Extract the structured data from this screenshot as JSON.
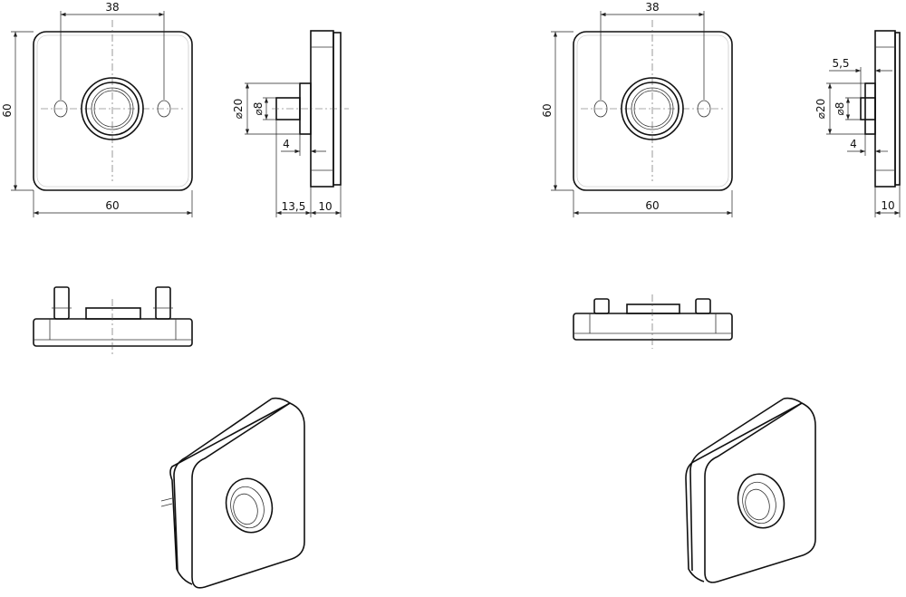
{
  "left_variant": {
    "front_view": {
      "hole_spacing": "38",
      "height": "60",
      "width": "60"
    },
    "side_view": {
      "outer_diameter": "⌀20",
      "pin_diameter": "⌀8",
      "boss_depth": "4",
      "pin_length": "13,5",
      "plate_thickness": "10"
    }
  },
  "right_variant": {
    "front_view": {
      "hole_spacing": "38",
      "height": "60",
      "width": "60"
    },
    "side_view": {
      "pin_length": "5,5",
      "outer_diameter": "⌀20",
      "pin_diameter": "⌀8",
      "boss_depth": "4",
      "plate_thickness": "10"
    }
  },
  "colors": {
    "line": "#111111",
    "background": "#ffffff"
  }
}
